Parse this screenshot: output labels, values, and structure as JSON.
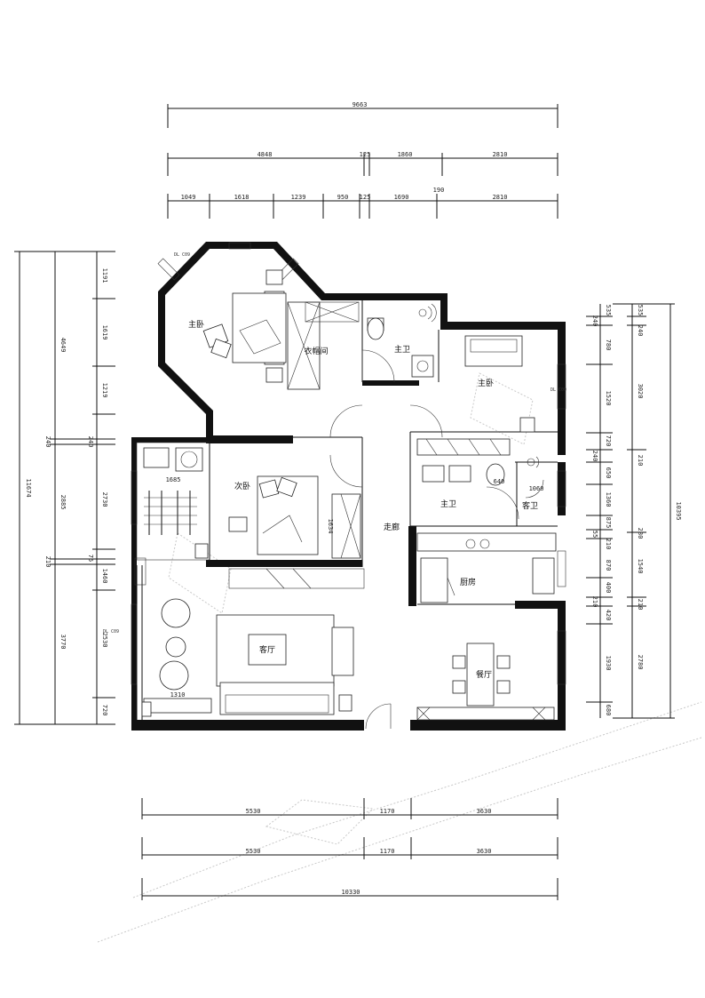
{
  "dims_top": {
    "overall": "9663",
    "row2": [
      "4848",
      "125",
      "1860",
      "2810"
    ],
    "row3": [
      "1049",
      "1618",
      "1239",
      "950",
      "125",
      "1690",
      "2810"
    ],
    "mid_label": "190"
  },
  "dims_bottom": {
    "row1": [
      "5530",
      "1170",
      "3630"
    ],
    "row2": [
      "5530",
      "1170",
      "3630"
    ],
    "overall": "10330"
  },
  "dims_left": {
    "outer": [
      "11674"
    ],
    "middle": [
      "4649",
      "240",
      "2885",
      "210",
      "3770"
    ],
    "inner": [
      "1191",
      "1619",
      "1219",
      "240",
      "2730",
      "75",
      "1460",
      "2530",
      "720"
    ]
  },
  "dims_right": {
    "outer": [
      "10395"
    ],
    "middle": [
      "535",
      "240",
      "3020",
      "210",
      "280",
      "1540",
      "210",
      "2780"
    ],
    "inner": [
      "535",
      "240",
      "780",
      "1520",
      "720",
      "240",
      "650",
      "1360",
      "875",
      "55",
      "210",
      "870",
      "400",
      "210",
      "420",
      "1930",
      "680"
    ]
  },
  "rooms": {
    "master_bedroom": "主卧",
    "cloakroom": "衣帽间",
    "master_bath": "主卫",
    "second_bedroom_ne": "主卧",
    "second_bedroom": "次卧",
    "main_bath": "主卫",
    "guest_bath": "客卫",
    "corridor": "走廊",
    "kitchen": "厨房",
    "living": "客厅",
    "dining": "餐厅"
  },
  "fixture_dims": {
    "wardrobe": "1685",
    "bench": "1310",
    "bed2": "1634",
    "basin": "640",
    "shower": "1060"
  },
  "window_tags": [
    "DL C09",
    "DL C09",
    "DL C09"
  ]
}
